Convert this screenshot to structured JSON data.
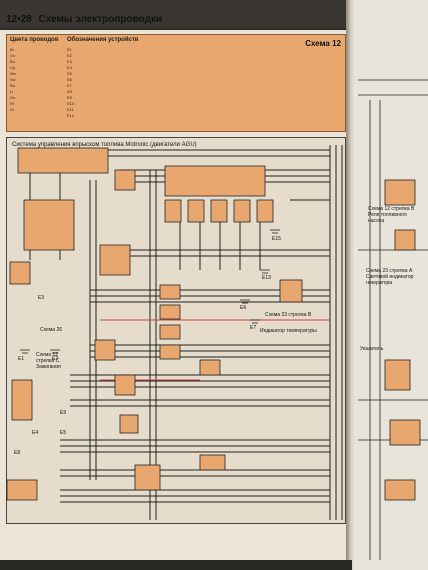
{
  "page": {
    "number": "12•28",
    "title": "Схемы электропроводки"
  },
  "legend": {
    "wire_colors_title": "Цвета проводов",
    "devices_title": "Обозначения устройств",
    "scheme_label": "Схема 12",
    "color_codes": [
      "Br",
      "Gn",
      "Bu",
      "Gy",
      "Ws",
      "Sw",
      "Ro",
      "Li",
      "Ge",
      "Rt",
      "Or"
    ],
    "device_codes": [
      "E1",
      "E2",
      "E3",
      "E4",
      "E5",
      "E6",
      "E7",
      "E8",
      "E9",
      "E10",
      "E11",
      "E12"
    ]
  },
  "diagram": {
    "title": "Система управления впрыском топлива Motronic (двигатели AGU)",
    "labels": {
      "scheme26": "Схема 26",
      "scheme12c": "Схема 12 стрелка С Зажигания",
      "scheme23b": "Схема 23 стрелка В",
      "temp_indicator": "Индикатор температуры",
      "e6": "E6",
      "e7": "E7",
      "e13": "E13",
      "e15": "E15",
      "e1": "E1",
      "e2": "E2",
      "e3": "E3",
      "e4": "E4",
      "e5": "E5",
      "e8": "E8",
      "e9": "E9"
    }
  },
  "right_page": {
    "relay_label": "Схема 12 стрелка В Реле топливного насоса",
    "generator_label": "Схема 23 стрелка A Световой индикатор генератора",
    "fuel_gauge": "Указатель"
  },
  "colors": {
    "legend_bg": "#e8a76f",
    "wire_dark": "#2a2a2a",
    "component_fill": "#e8a76f"
  }
}
